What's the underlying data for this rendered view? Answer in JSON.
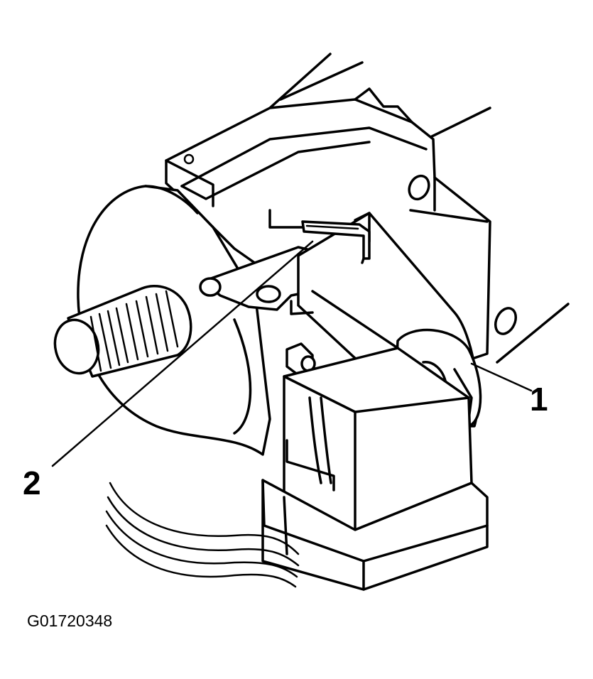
{
  "diagram": {
    "callouts": [
      {
        "id": "callout-1",
        "label": "1"
      },
      {
        "id": "callout-2",
        "label": "2"
      }
    ],
    "figure_id": "G01720348"
  },
  "colors": {
    "line": "#000000",
    "background": "#ffffff"
  }
}
